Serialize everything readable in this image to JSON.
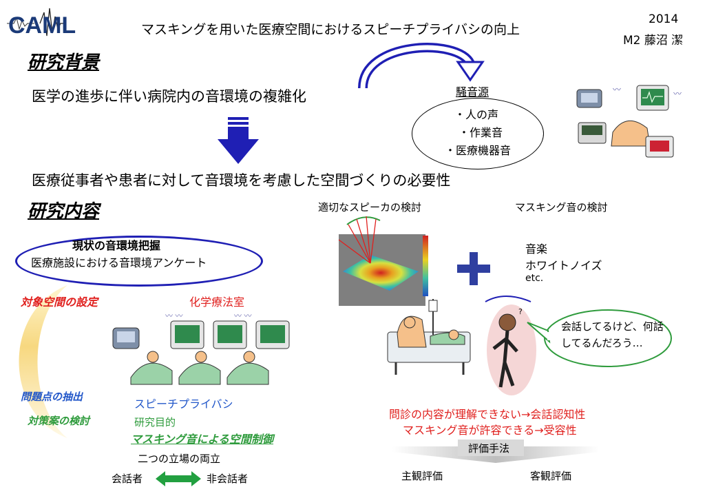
{
  "header": {
    "logo_text": "CAML",
    "title": "マスキングを用いた医療空間におけるスピーチプライバシの向上",
    "year": "2014",
    "author": "M2 藤沼 潔"
  },
  "background": {
    "heading": "研究背景",
    "statement1": "医学の進歩に伴い病院内の音環境の複雑化",
    "statement2": "医療従事者や患者に対して音環境を考慮した空間づくりの必要性",
    "noise_title": "騒音源",
    "noise_items": [
      "・人の声",
      "・作業音",
      "・医療機器音"
    ]
  },
  "content": {
    "heading": "研究内容",
    "speaker_study": "適切なスピーカの検討",
    "masking_study": "マスキング音の検討",
    "masking_options": [
      "音楽",
      "ホワイトノイズ",
      "etc."
    ],
    "survey_title": "現状の音環境把握",
    "survey_sub": "医療施設における音環境アンケート",
    "target_space": "対象空間の設定",
    "chemo_room": "化学療法室",
    "problem": "問題点の抽出",
    "countermeasure": "対策案の検討",
    "speech_privacy": "スピーチプライバシ",
    "purpose": "研究目的",
    "masking_control": "マスキング音による空間制御",
    "both_positions": "二つの立場の両立",
    "speaker": "会話者",
    "non_speaker": "非会話者",
    "bubble": "会話してるけど、何話してるんだろう…",
    "eval1": "問診の内容が理解できない→会話認知性",
    "eval2": "マスキング音が許容できる→受容性",
    "method": "評価手法",
    "subjective": "主観評価",
    "objective": "客観評価"
  },
  "colors": {
    "accent_blue": "#1f1fb4",
    "red": "#e0201e",
    "green": "#2e9b3c",
    "blue_text": "#2257c9"
  }
}
